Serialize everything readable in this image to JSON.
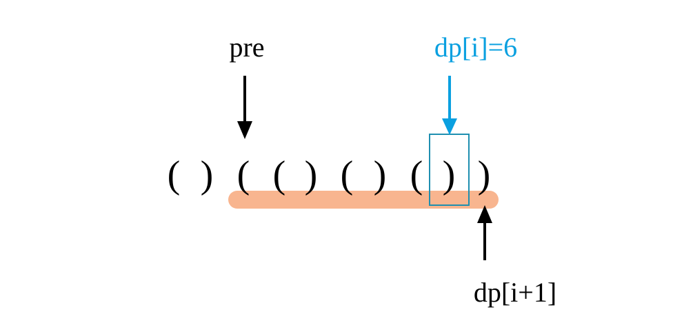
{
  "labels": {
    "pre": "pre",
    "dp_i": "dp[i]=6",
    "dp_i_plus_1": "dp[i+1]"
  },
  "parens": [
    "(",
    ")",
    "(",
    "(",
    ")",
    "(",
    ")",
    "(",
    ")",
    ")"
  ],
  "colors": {
    "text": "#000000",
    "accent_blue": "#0aa0e0",
    "highlight_box": "#1e8fb0",
    "range_bar": "#f8b58f"
  }
}
